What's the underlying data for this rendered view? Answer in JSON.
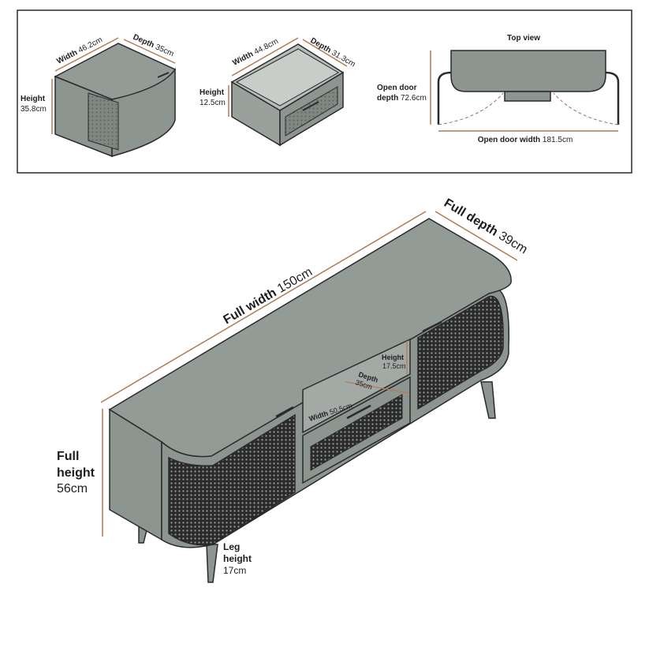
{
  "colors": {
    "outline": "#2a2a2a",
    "body_fill": "#8d9590",
    "top_fill": "#939b96",
    "dimension_line": "#b07a58",
    "mesh_fill": "#2b2b2b"
  },
  "top_panel": {
    "cupboard": {
      "width_word": "Width",
      "width_value": "46.2cm",
      "depth_word": "Depth",
      "depth_value": "35cm",
      "height_word": "Height",
      "height_value": "35.8cm"
    },
    "drawer": {
      "width_word": "Width",
      "width_value": "44.8cm",
      "depth_word": "Depth",
      "depth_value": "31.3cm",
      "height_word": "Height",
      "height_value": "12.5cm"
    },
    "top_view": {
      "title": "Top view",
      "open_depth_line1": "Open door",
      "open_depth_line2_word": "depth",
      "open_depth_value": "72.6cm",
      "open_width_word": "Open door width",
      "open_width_value": "181.5cm"
    }
  },
  "main": {
    "full_width_word": "Full width",
    "full_width_value": "150cm",
    "full_depth_word": "Full depth",
    "full_depth_value": "39cm",
    "full_height_line1": "Full",
    "full_height_line2": "height",
    "full_height_value": "56cm",
    "leg_height_line1": "Leg",
    "leg_height_line2": "height",
    "leg_height_value": "17cm",
    "drawer_height_word": "Height",
    "drawer_height_value": "17.5cm",
    "drawer_depth_word": "Depth",
    "drawer_depth_value": "35cm",
    "drawer_width_word": "Width",
    "drawer_width_value": "50.5cm"
  }
}
